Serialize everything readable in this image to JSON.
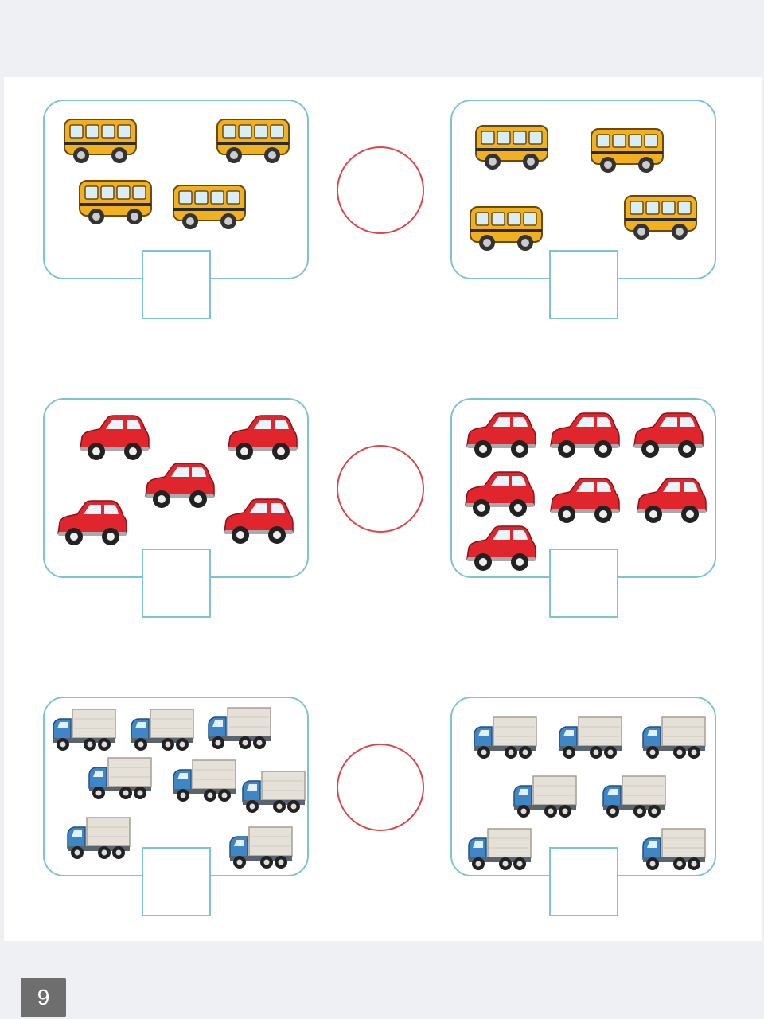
{
  "page_number": "9",
  "colors": {
    "panel_border": "#7cc3d3",
    "circle_border": "#d9454d",
    "bus_body": "#f2b01e",
    "car_body": "#e0262c",
    "truck_cab": "#3f86c9",
    "truck_cargo": "#e6e1d8"
  },
  "exercises": [
    {
      "vehicle_icon": "school-bus-icon",
      "left_group_count": 4,
      "right_group_count": 4,
      "left_answer": "",
      "right_answer": "",
      "comparison_sign": ""
    },
    {
      "vehicle_icon": "red-car-icon",
      "left_group_count": 5,
      "right_group_count": 7,
      "left_answer": "",
      "right_answer": "",
      "comparison_sign": ""
    },
    {
      "vehicle_icon": "delivery-truck-icon",
      "left_group_count": 8,
      "right_group_count": 7,
      "left_answer": "",
      "right_answer": "",
      "comparison_sign": ""
    }
  ]
}
